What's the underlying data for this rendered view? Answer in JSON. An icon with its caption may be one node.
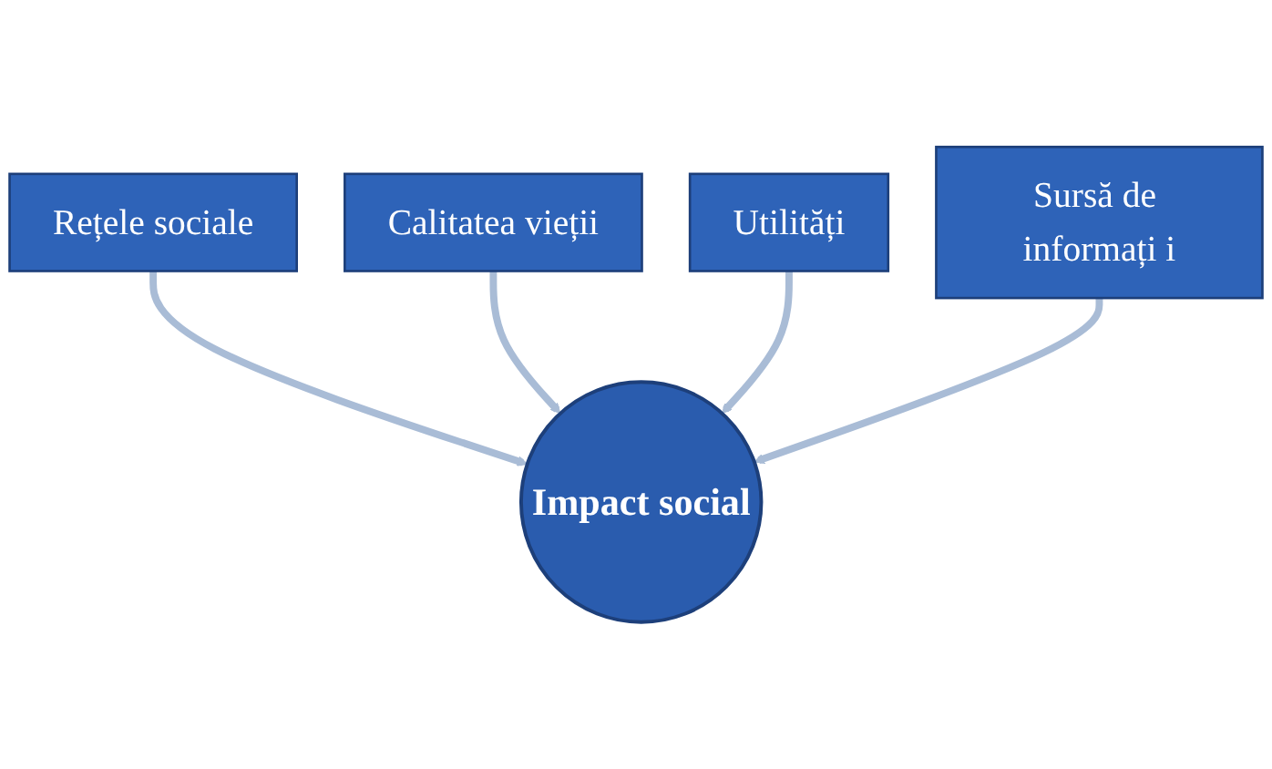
{
  "diagram": {
    "nodes": [
      {
        "text": [
          "Rețele sociale"
        ]
      },
      {
        "text": [
          "Calitatea vieții"
        ]
      },
      {
        "text": [
          "Utilități"
        ]
      },
      {
        "text": [
          "Sursă de informați i"
        ]
      },
      {
        "text": [
          "Impact social"
        ]
      }
    ],
    "edges": [
      {
        "from": 0,
        "to": 4,
        "arrow": "to"
      },
      {
        "from": 1,
        "to": 4,
        "arrow": "to"
      },
      {
        "from": 2,
        "to": 4,
        "arrow": "to"
      },
      {
        "from": 3,
        "to": 4,
        "arrow": "to"
      }
    ]
  }
}
